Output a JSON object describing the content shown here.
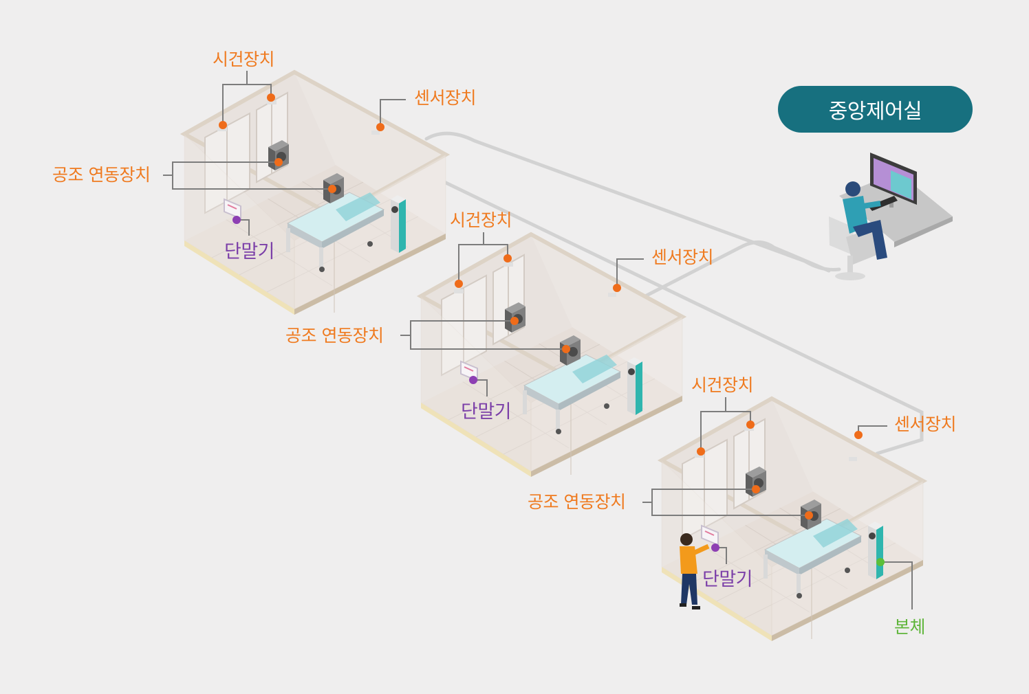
{
  "central_control": {
    "label": "중앙제어실",
    "badge_color": "#17707f"
  },
  "labels": {
    "hvac_device": "시건장치",
    "sensor_device": "센서장치",
    "hvac_link_device": "공조 연동장치",
    "terminal": "단말기",
    "main_unit": "본체"
  },
  "colors": {
    "device_label": "#ef7a1f",
    "terminal_label": "#7b3fa8",
    "main_unit_label": "#5fb53a",
    "background": "#efeeee",
    "network_line": "#d2d2d2"
  },
  "rooms": [
    {
      "id": "room-1"
    },
    {
      "id": "room-2"
    },
    {
      "id": "room-3"
    }
  ]
}
